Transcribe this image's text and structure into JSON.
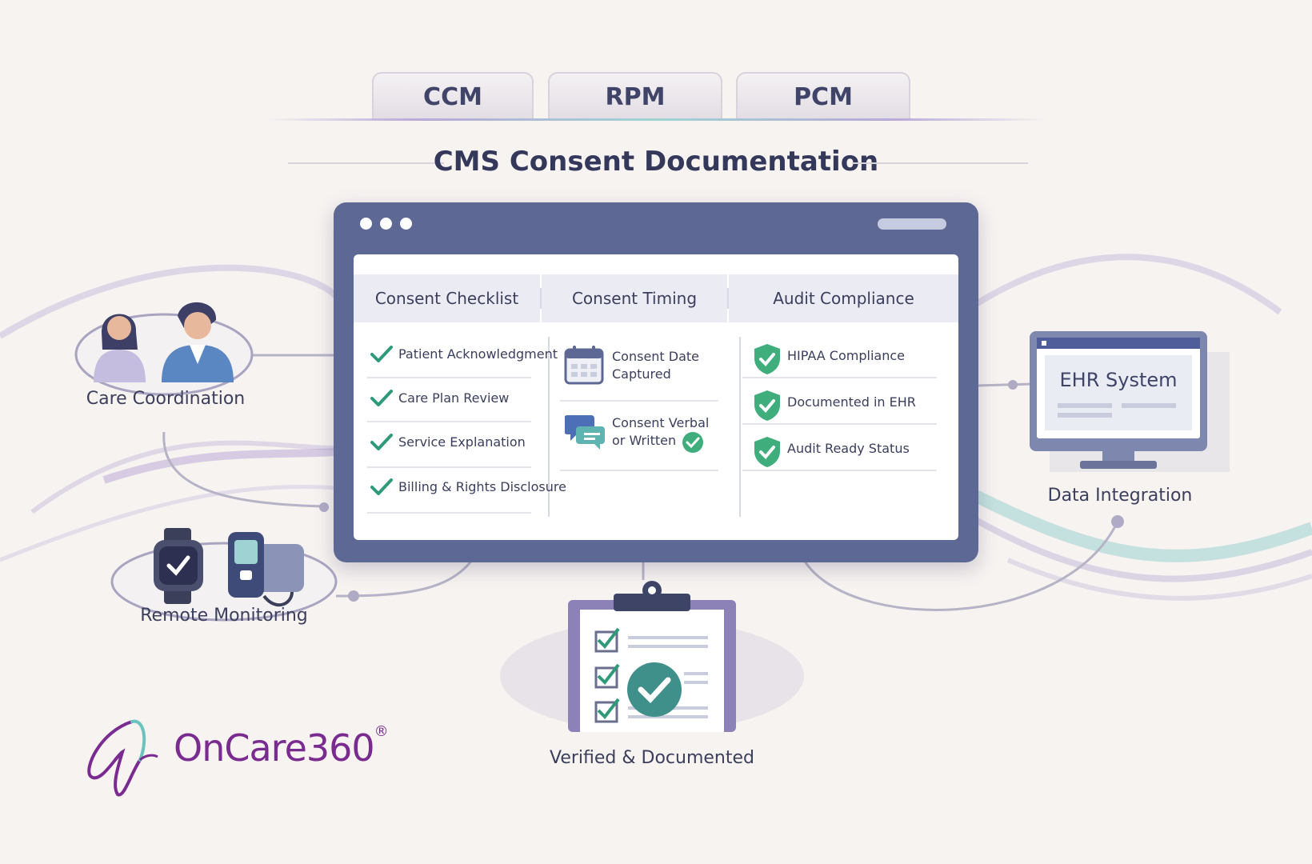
{
  "tabs": [
    {
      "label": "CCM"
    },
    {
      "label": "RPM"
    },
    {
      "label": "PCM"
    }
  ],
  "title": "CMS Consent Documentation",
  "window": {
    "columns": [
      {
        "heading": "Consent Checklist",
        "items": [
          {
            "label": "Patient Acknowledgment",
            "icon": "check-icon"
          },
          {
            "label": "Care Plan Review",
            "icon": "check-icon"
          },
          {
            "label": "Service Explanation",
            "icon": "check-icon"
          },
          {
            "label": "Billing & Rights Disclosure",
            "icon": "check-icon"
          }
        ]
      },
      {
        "heading": "Consent Timing",
        "items": [
          {
            "line1": "Consent Date",
            "line2": "Captured",
            "icon": "calendar-icon"
          },
          {
            "line1": "Consent Verbal",
            "line2": "or Written",
            "icon": "chat-bubbles-icon"
          }
        ]
      },
      {
        "heading": "Audit Compliance",
        "items": [
          {
            "label": "HIPAA Compliance",
            "icon": "shield-check-icon"
          },
          {
            "label": "Documented in EHR",
            "icon": "shield-check-icon"
          },
          {
            "label": "Audit Ready Status",
            "icon": "shield-check-icon"
          }
        ]
      }
    ]
  },
  "nodes": {
    "care_coordination": "Care Coordination",
    "remote_monitoring": "Remote Monitoring",
    "data_integration": "Data Integration",
    "ehr_system": "EHR System",
    "verified": "Verified & Documented"
  },
  "logo": {
    "text": "OnCare360",
    "mark": "®"
  },
  "colors": {
    "accent_purple": "#7a2b8f",
    "check_green": "#2f9a7a",
    "window_header": "#5d6895",
    "teal": "#3f8f8a"
  }
}
